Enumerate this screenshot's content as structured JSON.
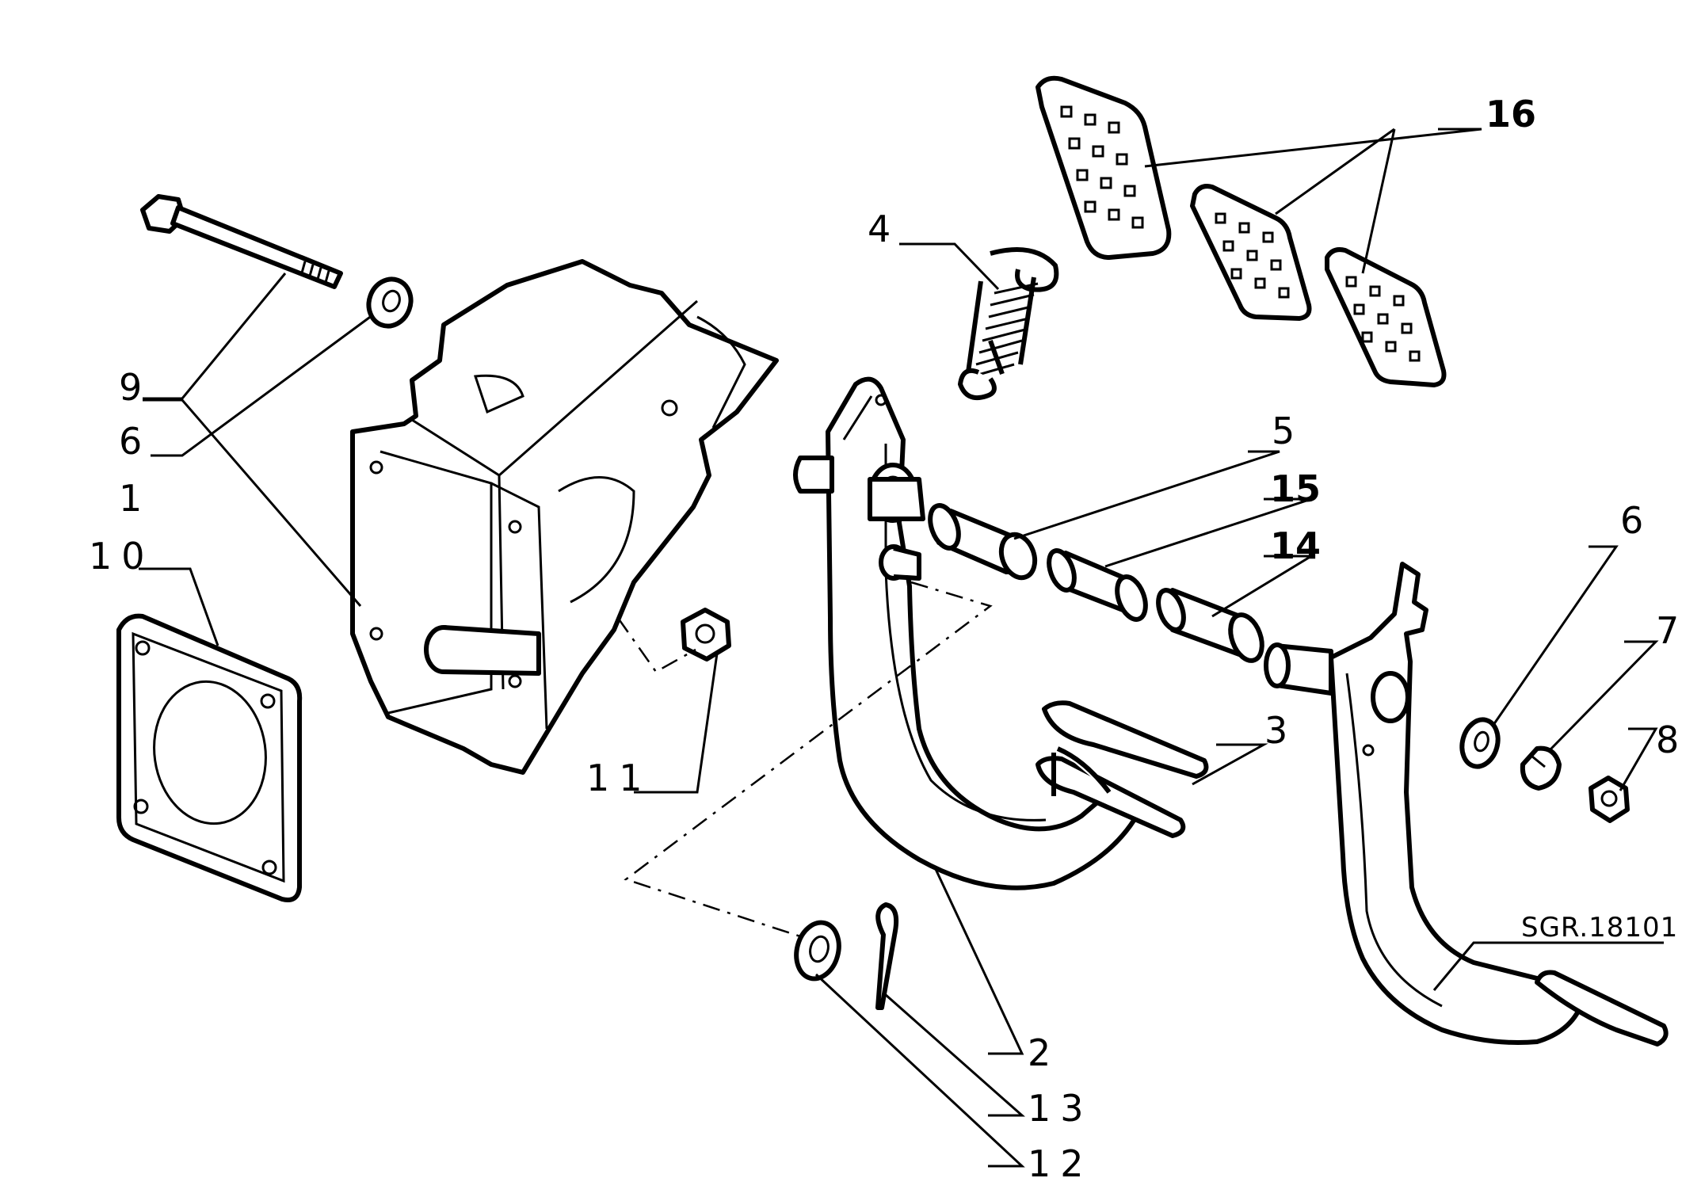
{
  "diagram": {
    "drawing_code": "SGR.18101",
    "callouts": [
      {
        "id": "c1",
        "text": "1"
      },
      {
        "id": "c2",
        "text": "2"
      },
      {
        "id": "c3",
        "text": "3"
      },
      {
        "id": "c4",
        "text": "4"
      },
      {
        "id": "c5",
        "text": "5"
      },
      {
        "id": "c6a",
        "text": "6"
      },
      {
        "id": "c6b",
        "text": "6"
      },
      {
        "id": "c7",
        "text": "7"
      },
      {
        "id": "c8",
        "text": "8"
      },
      {
        "id": "c9",
        "text": "9"
      },
      {
        "id": "c10",
        "text": "10"
      },
      {
        "id": "c11",
        "text": "11"
      },
      {
        "id": "c12",
        "text": "12"
      },
      {
        "id": "c13",
        "text": "13"
      },
      {
        "id": "c14",
        "text": "14"
      },
      {
        "id": "c15",
        "text": "15"
      },
      {
        "id": "c16",
        "text": "16"
      }
    ]
  }
}
